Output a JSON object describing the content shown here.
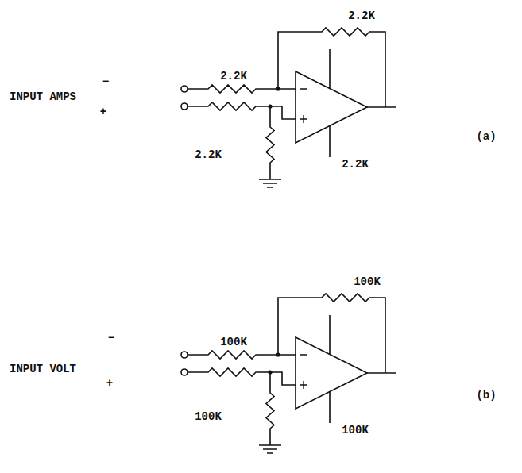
{
  "diagram": {
    "labels": [
      "2.2K",
      "INPUT AMPS",
      "−",
      "+",
      "2.2K",
      "2.2K",
      "2.2K",
      "(a)",
      "100K",
      "INPUT VOLT",
      "−",
      "+",
      "100K",
      "100K",
      "100K",
      "(b)"
    ]
  }
}
